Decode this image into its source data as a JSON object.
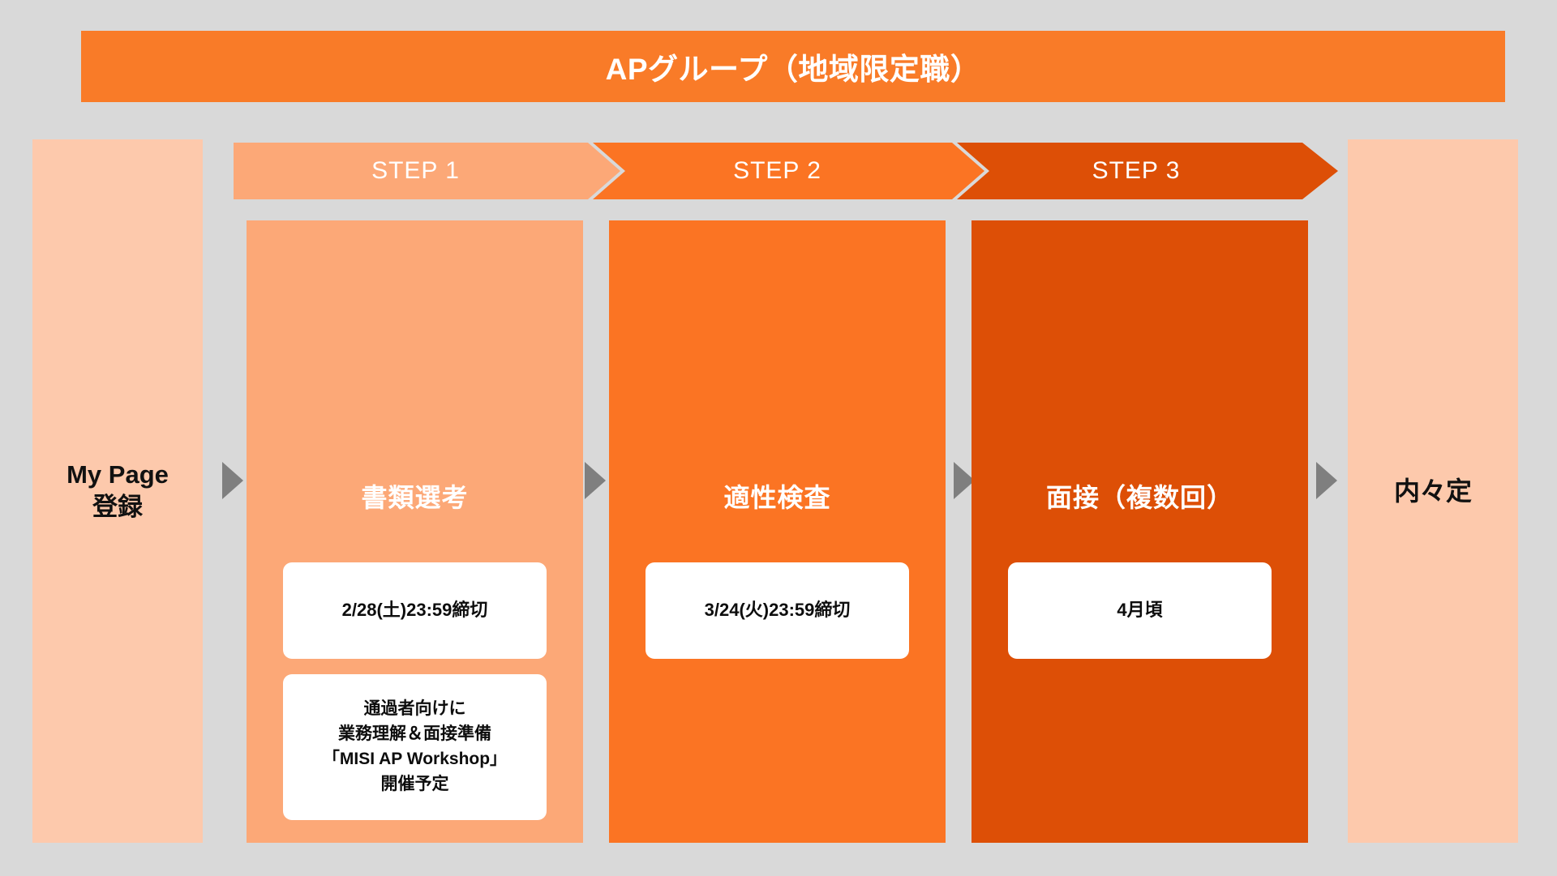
{
  "header": {
    "title": "APグループ（地域限定職）",
    "background_color": "#f97b28",
    "text_color": "#ffffff"
  },
  "steps_bar": {
    "arrows": [
      {
        "label": "STEP 1",
        "color": "#fca877"
      },
      {
        "label": "STEP 2",
        "color": "#fb7423"
      },
      {
        "label": "STEP 3",
        "color": "#dd4f06"
      }
    ]
  },
  "flow": {
    "start_panel": {
      "line1": "My Page",
      "line2": "登録",
      "color": "#fdc9ac"
    },
    "end_panel": {
      "line1": "内々定",
      "color": "#fdc9ac"
    },
    "connector_icon": "right-triangle-arrow-icon",
    "connector_color": "#7f7f7f",
    "steps": [
      {
        "heading": "書類選考",
        "color": "#fca877",
        "primary_box": "2/28(土)23:59締切",
        "secondary_box": "通過者向けに\n業務理解＆面接準備\n「MISI AP Workshop」\n開催予定"
      },
      {
        "heading": "適性検査",
        "color": "#fb7423",
        "primary_box": "3/24(火)23:59締切",
        "secondary_box": null
      },
      {
        "heading": "面接（複数回）",
        "color": "#dd4f06",
        "primary_box": "4月頃",
        "secondary_box": null
      }
    ]
  },
  "canvas": {
    "background_color": "#d9d9d9"
  }
}
